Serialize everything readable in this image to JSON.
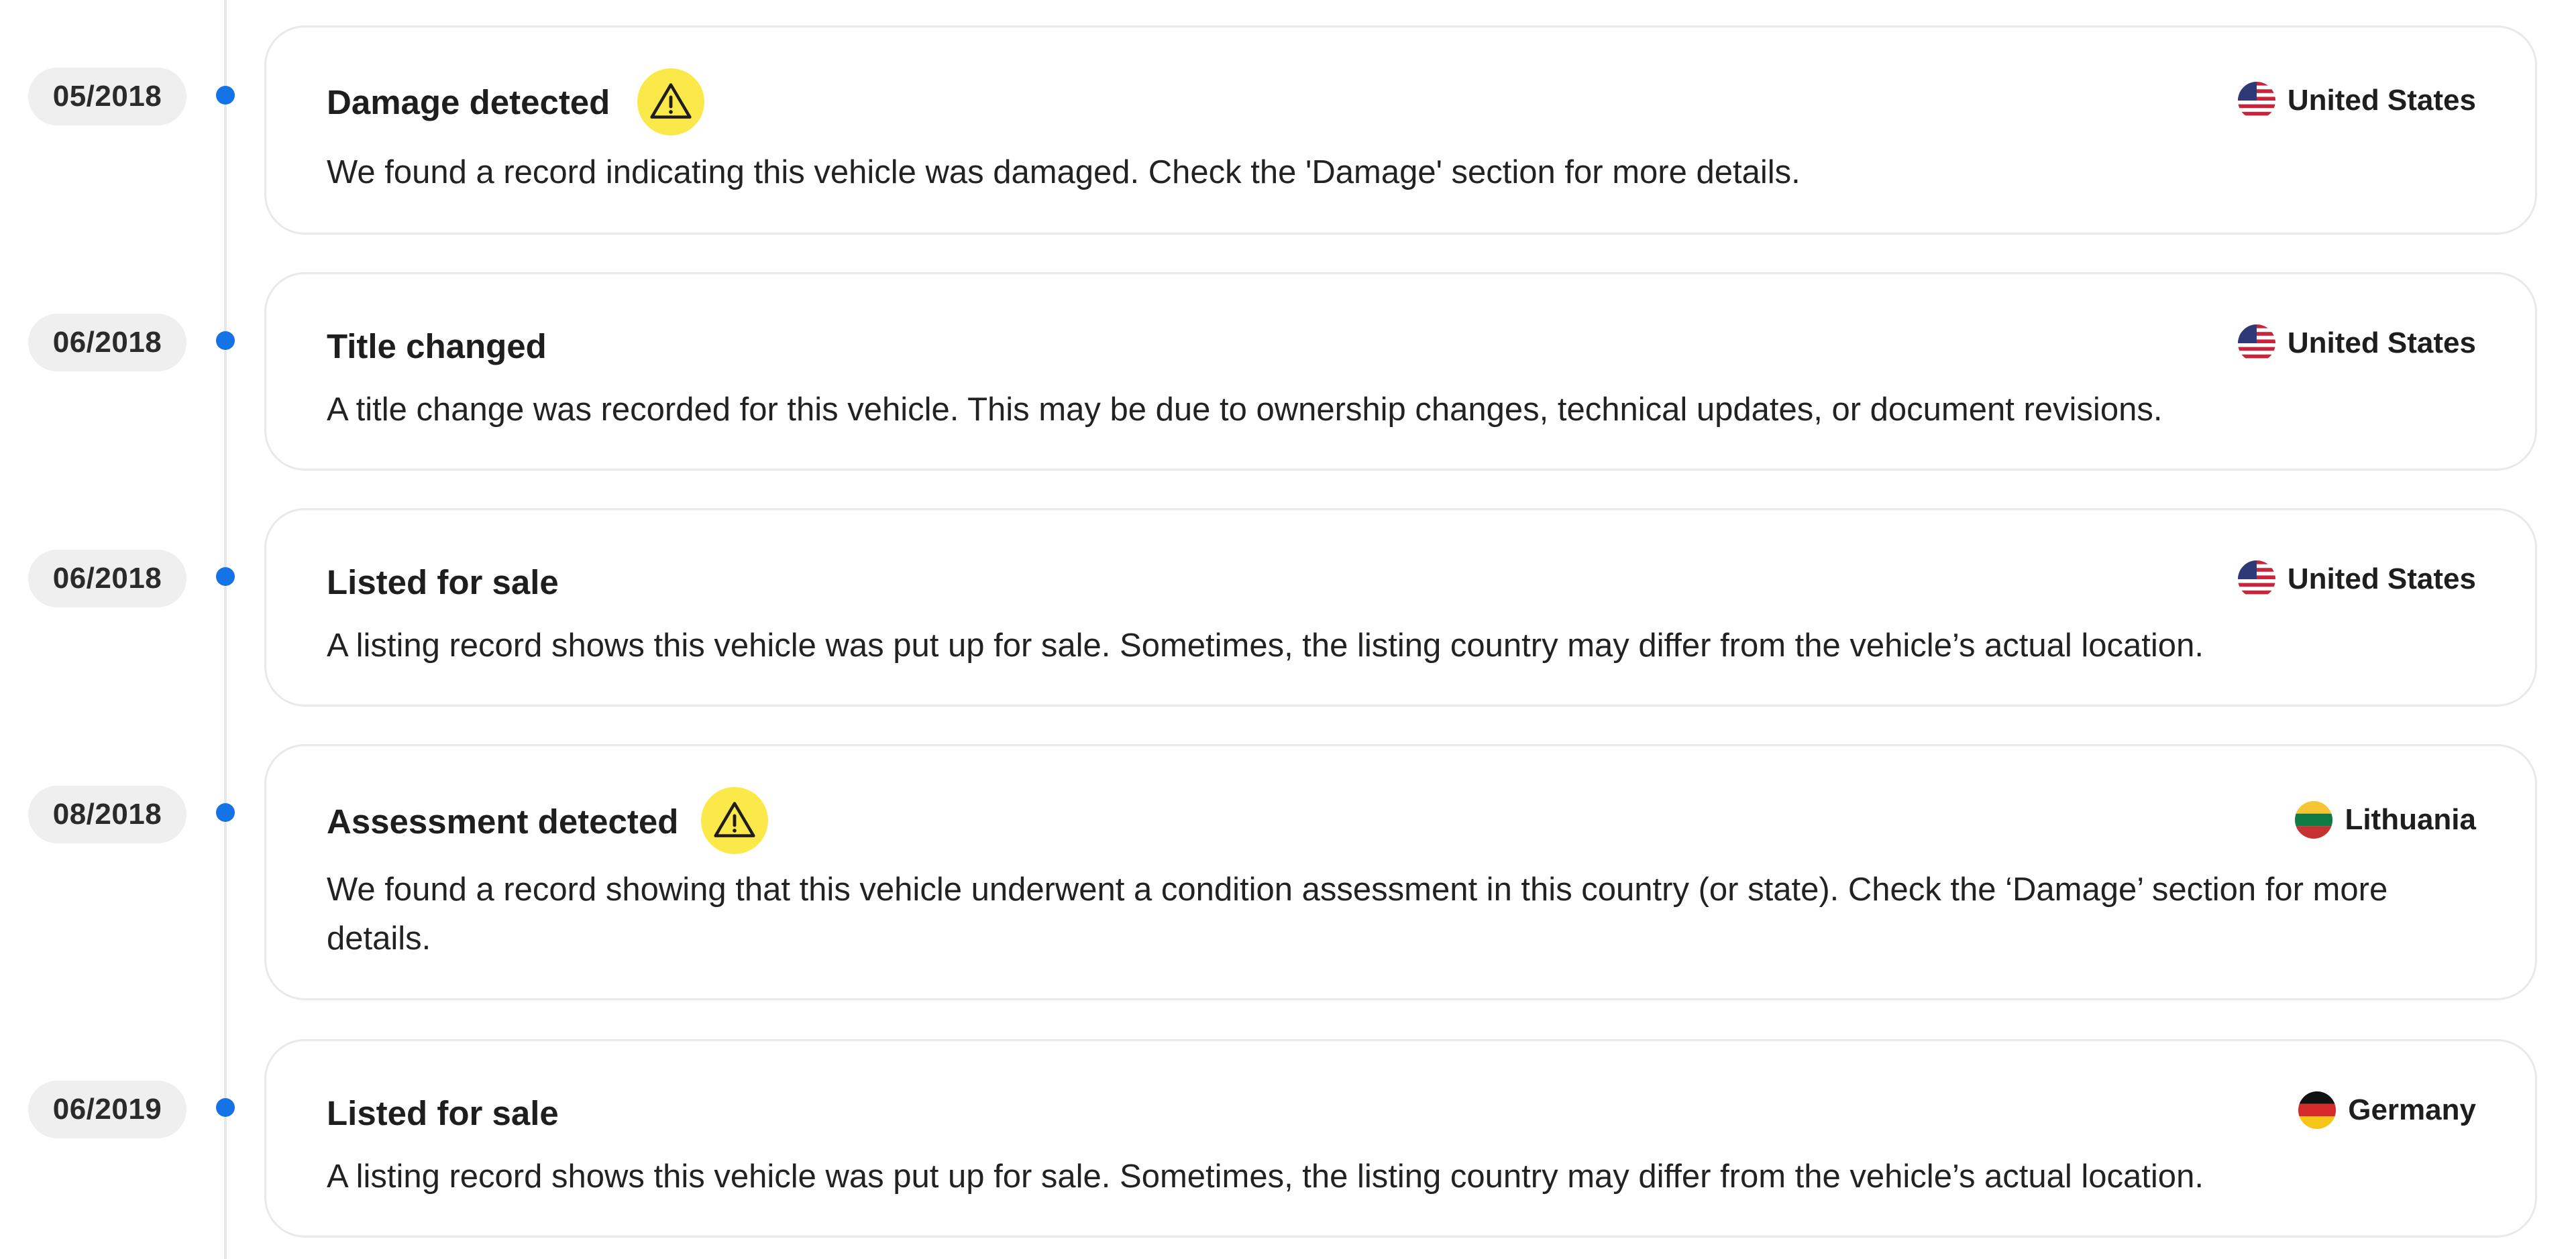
{
  "colors": {
    "accent_dot": "#1473e6",
    "warning_bg": "#fbe94a",
    "badge_bg": "#efefef",
    "card_border": "#e8e9ec"
  },
  "events": [
    {
      "date": "05/2018",
      "title": "Damage detected",
      "warning_icon": "warning-triangle-icon",
      "country": "United States",
      "flag_icon": "us-flag-icon",
      "description": "We found a record indicating this vehicle was damaged. Check the 'Damage' section for more details."
    },
    {
      "date": "06/2018",
      "title": "Title changed",
      "country": "United States",
      "flag_icon": "us-flag-icon",
      "description": "A title change was recorded for this vehicle. This may be due to ownership changes, technical updates, or document revisions."
    },
    {
      "date": "06/2018",
      "title": "Listed for sale",
      "country": "United States",
      "flag_icon": "us-flag-icon",
      "description": "A listing record shows this vehicle was put up for sale. Sometimes, the listing country may differ from the vehicle’s actual location."
    },
    {
      "date": "08/2018",
      "title": "Assessment detected",
      "warning_icon": "warning-triangle-icon",
      "country": "Lithuania",
      "flag_icon": "lithuania-flag-icon",
      "description": "We found a record showing that this vehicle underwent a condition assessment in this country (or state). Check the ‘Damage’ section for more details."
    },
    {
      "date": "06/2019",
      "title": "Listed for sale",
      "country": "Germany",
      "flag_icon": "germany-flag-icon",
      "description": "A listing record shows this vehicle was put up for sale. Sometimes, the listing country may differ from the vehicle’s actual location."
    }
  ]
}
